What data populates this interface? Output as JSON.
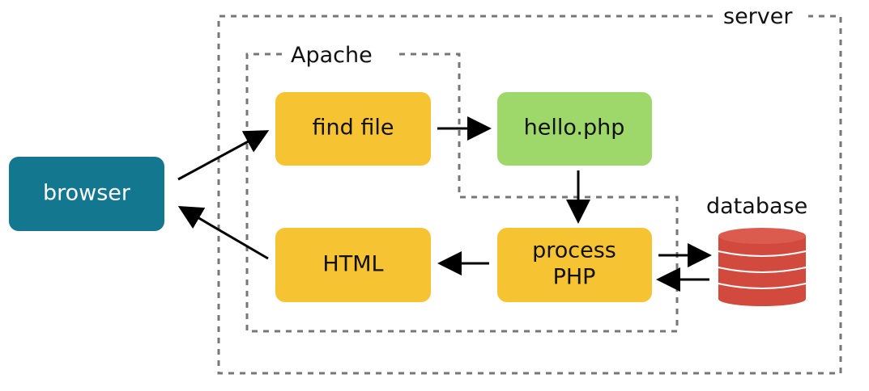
{
  "groups": {
    "server": "server",
    "apache": "Apache"
  },
  "nodes": {
    "browser": "browser",
    "find_file": "find file",
    "hello_php": "hello.php",
    "process_php_line1": "process",
    "process_php_line2": "PHP",
    "html": "HTML",
    "database": "database"
  },
  "colors": {
    "browser": "#13788f",
    "step": "#f6c332",
    "file": "#9fd86a",
    "database": "#d24a3e",
    "boundary": "#777777",
    "arrow": "#000000"
  },
  "icons": {
    "database": "database-cylinder-icon"
  }
}
